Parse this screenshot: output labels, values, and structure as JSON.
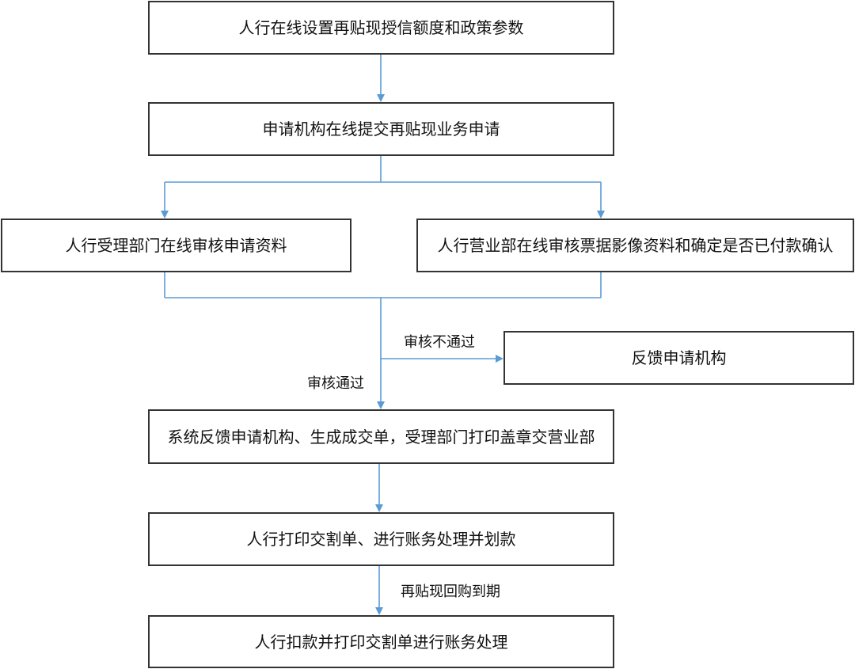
{
  "nodes": {
    "set_limits": "人行在线设置再贴现授信额度和政策参数",
    "submit_application": "申请机构在线提交再贴现业务申请",
    "review_materials": "人行受理部门在线审核申请资料",
    "review_bills": "人行营业部在线审核票据影像资料和确定是否已付款确认",
    "feedback_applicant": "反馈申请机构",
    "generate_order": "系统反馈申请机构、生成成交单，受理部门打印盖章交营业部",
    "print_and_account": "人行打印交割单、进行账务处理并划款",
    "deduct_and_account": "人行扣款并打印交割单进行账务处理"
  },
  "edge_labels": {
    "not_passed": "审核不通过",
    "passed": "审核通过",
    "repurchase_due": "再贴现回购到期"
  },
  "colors": {
    "box_border": "#333333",
    "connector": "#5b9bd5"
  }
}
